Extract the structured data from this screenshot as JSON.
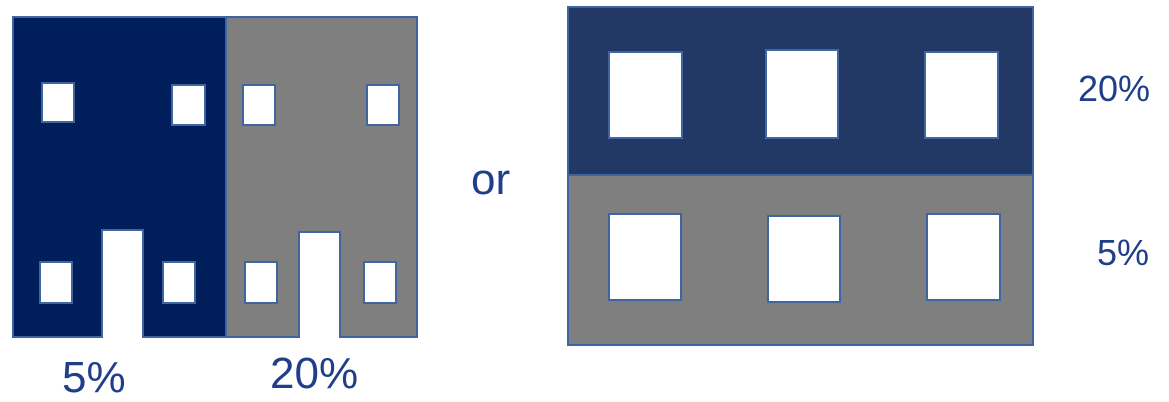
{
  "colors": {
    "high_block": "#001e5a",
    "low_block": "#7f7f7f",
    "high_block_alt": "#233965",
    "outline": "#3f66a0",
    "label_text": "#1f3f8a"
  },
  "left_option": {
    "left_label": "5%",
    "right_label": "20%"
  },
  "separator": "or",
  "right_option": {
    "top_label": "20%",
    "bottom_label": "5%"
  }
}
